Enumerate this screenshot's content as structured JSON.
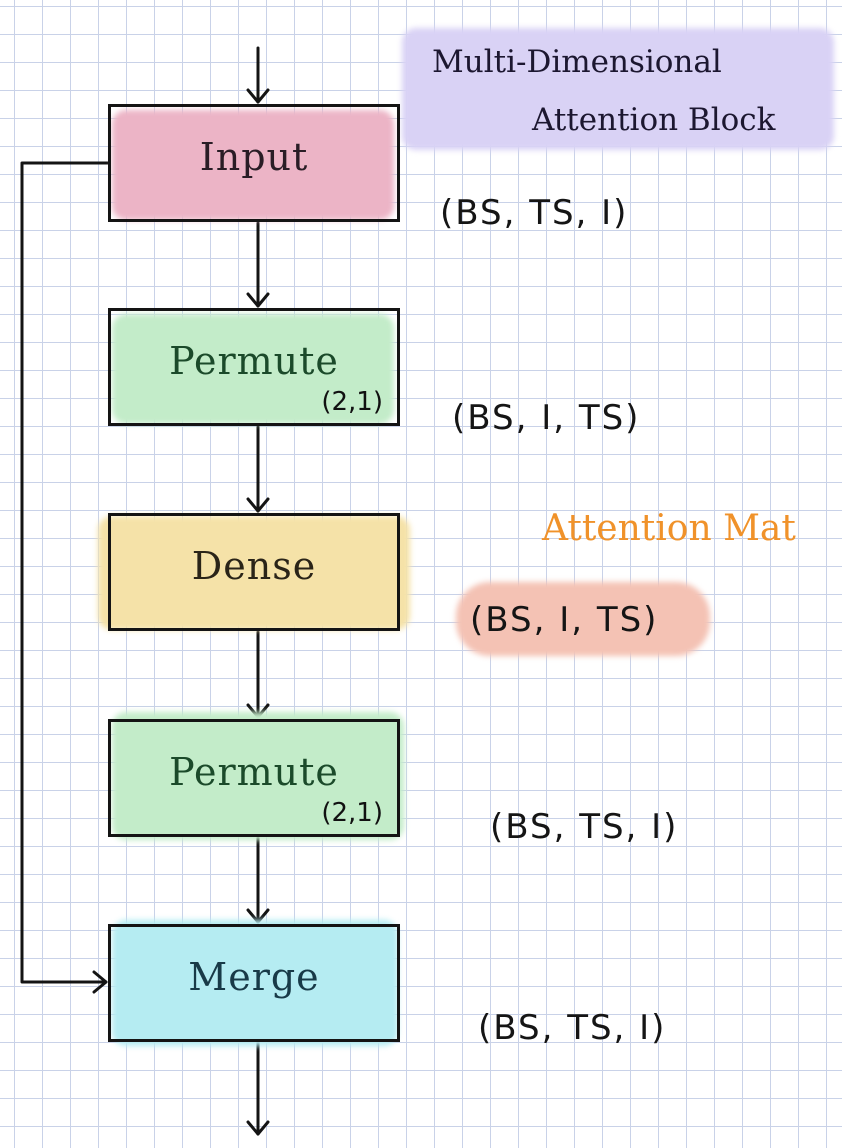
{
  "title": {
    "line1": "Multi-Dimensional",
    "line2": "Attention Block",
    "highlight_color": "#d9d2f5"
  },
  "nodes": [
    {
      "id": "input",
      "label": "Input",
      "sub": "",
      "fill": "#ecb4c6",
      "text_color": "#2a1d26"
    },
    {
      "id": "permute-1",
      "label": "Permute",
      "sub": "(2,1)",
      "fill": "#c3ecc9",
      "text_color": "#1b4a2a"
    },
    {
      "id": "dense",
      "label": "Dense",
      "sub": "",
      "fill": "#f5e2a8",
      "text_color": "#2a2418"
    },
    {
      "id": "permute-2",
      "label": "Permute",
      "sub": "(2,1)",
      "fill": "#c3ecc9",
      "text_color": "#1b4a2a"
    },
    {
      "id": "merge",
      "label": "Merge",
      "sub": "",
      "fill": "#b5ecf2",
      "text_color": "#183a48"
    }
  ],
  "shapes": [
    "(BS, TS, I)",
    "(BS, I, TS)",
    "(BS, I, TS)",
    "(BS, TS, I)",
    "(BS, TS, I)"
  ],
  "attention_note": {
    "text": "Attention Mat",
    "color": "#f0922a",
    "shape_highlight": "#f4c2b4"
  },
  "edges": [
    {
      "from": "start",
      "to": "input"
    },
    {
      "from": "input",
      "to": "permute-1"
    },
    {
      "from": "permute-1",
      "to": "dense"
    },
    {
      "from": "dense",
      "to": "permute-2"
    },
    {
      "from": "permute-2",
      "to": "merge"
    },
    {
      "from": "input",
      "to": "merge",
      "kind": "skip"
    },
    {
      "from": "merge",
      "to": "end"
    }
  ]
}
